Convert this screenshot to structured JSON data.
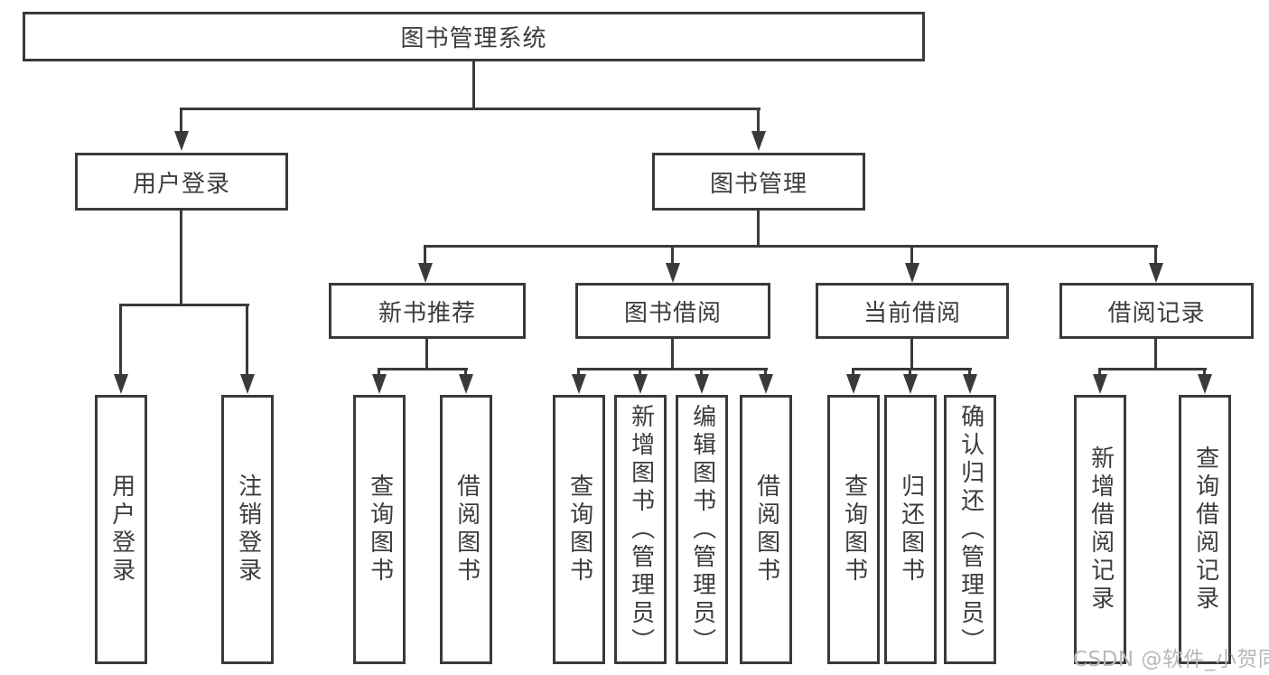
{
  "diagram": {
    "root": {
      "label": "图书管理系统"
    },
    "branches": [
      {
        "label": "用户登录",
        "children": [
          {
            "label": "用户登录"
          },
          {
            "label": "注销登录"
          }
        ]
      },
      {
        "label": "图书管理",
        "children": [
          {
            "label": "新书推荐",
            "children": [
              {
                "label": "查询图书"
              },
              {
                "label": "借阅图书"
              }
            ]
          },
          {
            "label": "图书借阅",
            "children": [
              {
                "label": "查询图书"
              },
              {
                "label": "新增图书（管理员）"
              },
              {
                "label": "编辑图书（管理员）"
              },
              {
                "label": "借阅图书"
              }
            ]
          },
          {
            "label": "当前借阅",
            "children": [
              {
                "label": "查询图书"
              },
              {
                "label": "归还图书"
              },
              {
                "label": "确认归还（管理员）"
              }
            ]
          },
          {
            "label": "借阅记录",
            "children": [
              {
                "label": "新增借阅记录"
              },
              {
                "label": "查询借阅记录"
              }
            ]
          }
        ]
      }
    ]
  },
  "watermark": {
    "text": "CSDN @软件_小贺同学"
  },
  "colors": {
    "line": "#3a3a3a",
    "text": "#3c3c3c",
    "watermark": "#b9b9b9",
    "bg": "#ffffff"
  }
}
